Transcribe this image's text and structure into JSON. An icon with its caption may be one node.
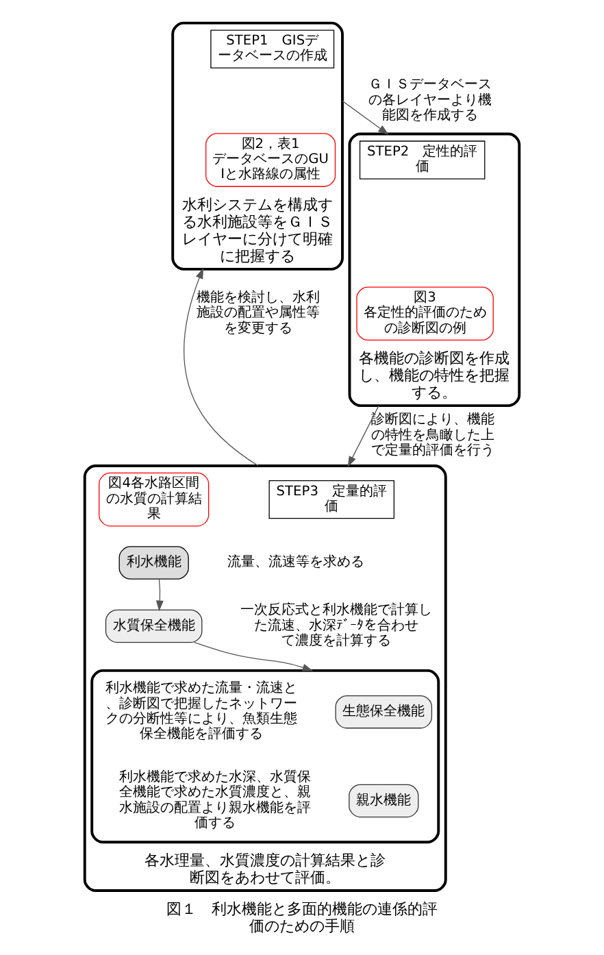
{
  "diagram": {
    "caption": "図１　利水機能と多面的機能の連係的評価のための手順",
    "nodes": [
      {
        "text": [
          "水利システムを構成する水利施設等をＧＩＳレイヤーに分けて明確に把握する"
        ]
      },
      {
        "text": [
          "STEP1　GISデータベースの作成"
        ],
        "in": 0
      },
      {
        "text": [
          "図2，表1",
          "データベースのGUIと水路線の属性"
        ],
        "in": 0
      },
      {
        "text": [
          "各機能の診断図を作成し、機能の特性を把握する。"
        ]
      },
      {
        "text": [
          "STEP2　定性的評価"
        ],
        "in": 3
      },
      {
        "text": [
          "図3",
          "各定性的評価のための診断図の例"
        ],
        "in": 3
      },
      {
        "text": [
          "各水理量、水質濃度の計算結果と診断図をあわせて評価。"
        ]
      },
      {
        "text": [
          "STEP3　定量的評価"
        ],
        "in": 6
      },
      {
        "text": [
          "図4各水路区間の水質の計算結果"
        ],
        "in": 6
      },
      {
        "text": [
          "利水機能"
        ],
        "in": 6,
        "beside": [
          "流量、流速等を求める"
        ]
      },
      {
        "text": [
          "水質保全機能"
        ],
        "in": 6,
        "beside": [
          "一次反応式と利水機能で計算した流速、水深ﾃﾞｰﾀを合わせて濃度を計算する"
        ]
      },
      {
        "text": [],
        "shape": "box",
        "in": 6
      },
      {
        "text": [
          "生態保全機能"
        ],
        "in": 11,
        "beside": [
          "利水機能で求めた流量・流速と、診断図で把握したネットワークの分断性等により、魚類生態保全機能を評価する"
        ]
      },
      {
        "text": [
          "親水機能"
        ],
        "in": 11,
        "beside": [
          "利水機能で求めた水深、水質保全機能で求めた水質濃度と、親水施設の配置より親水機能を評価する"
        ]
      }
    ],
    "edges": [
      {
        "from": 0,
        "to": 3,
        "arrow": "to",
        "label": "ＧＩＳデータベースの各レイヤーより機能図を作成する"
      },
      {
        "from": 3,
        "to": 6,
        "arrow": "to",
        "label": "診断図により、機能の特性を鳥瞰した上で定量的評価を行う"
      },
      {
        "from": 6,
        "to": 0,
        "arrow": "to",
        "label": "機能を検討し、水利施設の配置や属性等を変更する"
      },
      {
        "from": 9,
        "to": 10,
        "arrow": "to"
      },
      {
        "from": 10,
        "to": 11,
        "arrow": "to"
      }
    ]
  }
}
